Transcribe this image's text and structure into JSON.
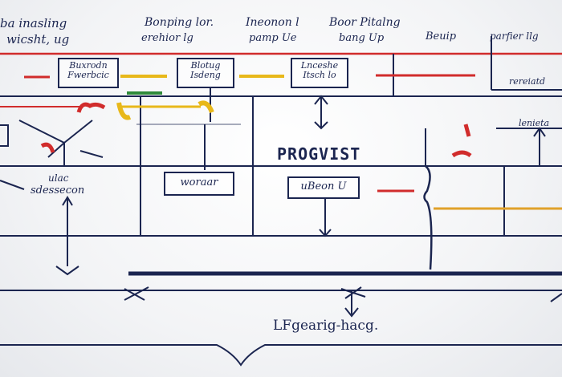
{
  "board": {
    "heading_left_1": "ba inasling",
    "heading_left_2": "wicsht, ug",
    "heading_mid_1": "Bonping lor.",
    "heading_mid_2": "erehior lg",
    "heading_mid3_1": "Ineonon l",
    "heading_mid3_2": "pamp Ue",
    "heading_r1_1": "Boor Pitalng",
    "heading_r1_2": "bang Up",
    "heading_r2": "Beuip",
    "heading_r3": "parfier llg",
    "label_right_top": "rereiatd",
    "label_right_mid": "lenieta",
    "box1": "Buxrodn Fwerbcic",
    "box2": "Blotug Isdeng",
    "box3": "Lnceshe Itsch lo",
    "center_title": "PROGVIST",
    "box_left_lower": "woraar",
    "box_center_lower": "uBeon U",
    "left_note_1": "ulac",
    "left_note_2": "sdessecon",
    "bottom_label": "LFgearig-hacg."
  },
  "colors": {
    "ink_blue": "#1b2550",
    "marker_red": "#d12c2c",
    "marker_yellow": "#e8b81a",
    "marker_green": "#2f8a3a",
    "marker_orange": "#e0a12a"
  }
}
